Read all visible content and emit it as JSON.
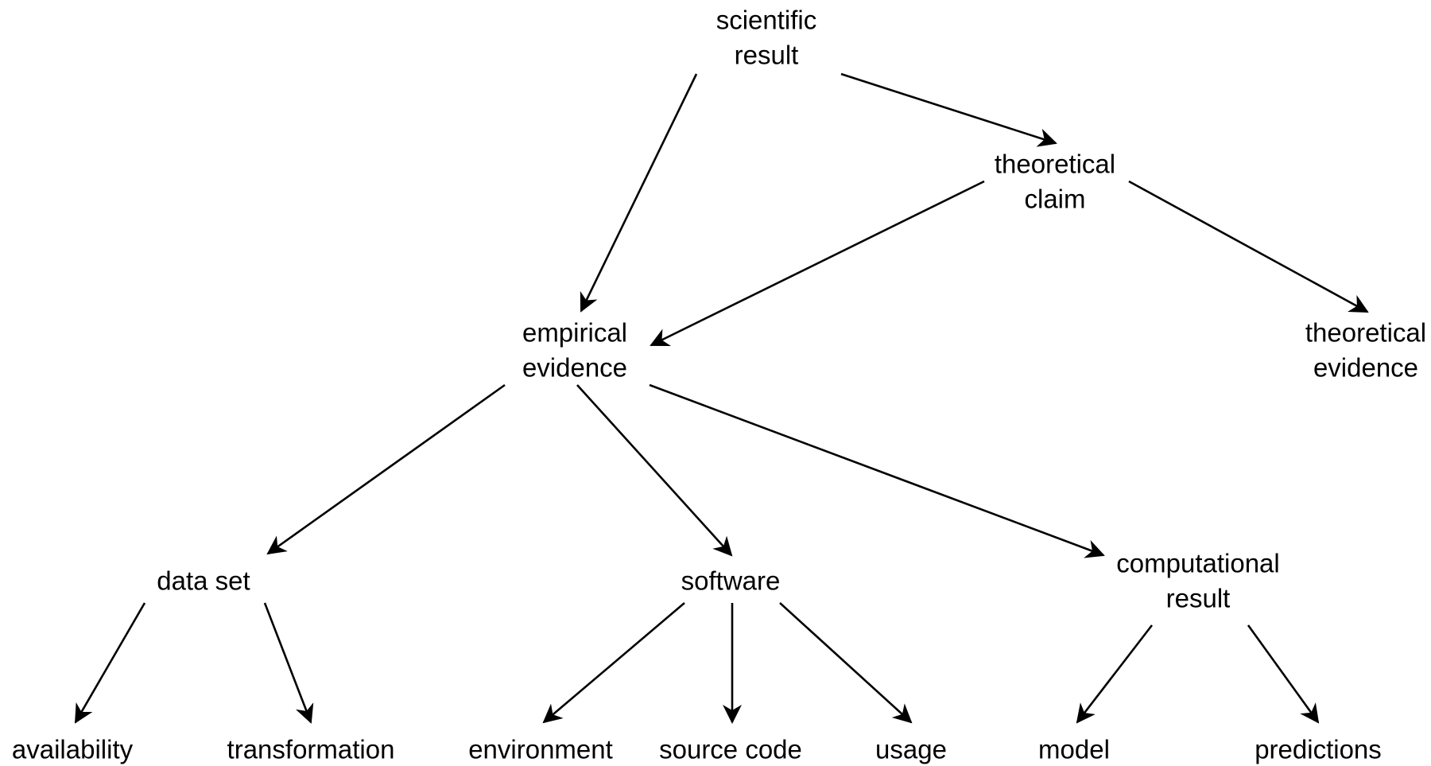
{
  "nodes": [
    {
      "id": "scientific-result",
      "lines": [
        "scientific",
        "result"
      ]
    },
    {
      "id": "theoretical-claim",
      "lines": [
        "theoretical",
        "claim"
      ]
    },
    {
      "id": "empirical-evidence",
      "lines": [
        "empirical",
        "evidence"
      ]
    },
    {
      "id": "theoretical-evidence",
      "lines": [
        "theoretical",
        "evidence"
      ]
    },
    {
      "id": "data-set",
      "lines": [
        "data set"
      ]
    },
    {
      "id": "software",
      "lines": [
        "software"
      ]
    },
    {
      "id": "computational-result",
      "lines": [
        "computational",
        "result"
      ]
    },
    {
      "id": "availability",
      "lines": [
        "availability"
      ]
    },
    {
      "id": "transformation",
      "lines": [
        "transformation"
      ]
    },
    {
      "id": "environment",
      "lines": [
        "environment"
      ]
    },
    {
      "id": "source-code",
      "lines": [
        "source code"
      ]
    },
    {
      "id": "usage",
      "lines": [
        "usage"
      ]
    },
    {
      "id": "model",
      "lines": [
        "model"
      ]
    },
    {
      "id": "predictions",
      "lines": [
        "predictions"
      ]
    }
  ],
  "edges": [
    {
      "from": "scientific-result",
      "to": "empirical-evidence"
    },
    {
      "from": "scientific-result",
      "to": "theoretical-claim"
    },
    {
      "from": "theoretical-claim",
      "to": "empirical-evidence"
    },
    {
      "from": "theoretical-claim",
      "to": "theoretical-evidence"
    },
    {
      "from": "empirical-evidence",
      "to": "data-set"
    },
    {
      "from": "empirical-evidence",
      "to": "software"
    },
    {
      "from": "empirical-evidence",
      "to": "computational-result"
    },
    {
      "from": "data-set",
      "to": "availability"
    },
    {
      "from": "data-set",
      "to": "transformation"
    },
    {
      "from": "software",
      "to": "environment"
    },
    {
      "from": "software",
      "to": "source-code"
    },
    {
      "from": "software",
      "to": "usage"
    },
    {
      "from": "computational-result",
      "to": "model"
    },
    {
      "from": "computational-result",
      "to": "predictions"
    }
  ],
  "colors": {
    "line": "#000000",
    "text": "#000000",
    "background": "#ffffff"
  }
}
